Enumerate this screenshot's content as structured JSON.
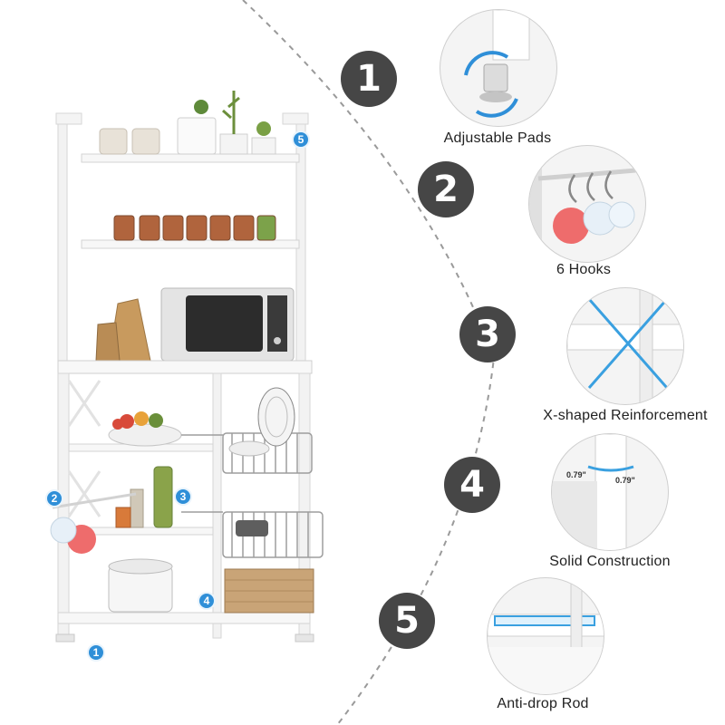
{
  "steps": [
    "1",
    "2",
    "3",
    "4",
    "5"
  ],
  "badges": {
    "b1": "1",
    "b2": "2",
    "b3": "3",
    "b4": "4",
    "b5": "5"
  },
  "features": [
    {
      "label": "Adjustable Pads"
    },
    {
      "label": "6 Hooks"
    },
    {
      "label": "X-shaped Reinforcement"
    },
    {
      "label": "Solid Construction",
      "dim_left": "0.79\"",
      "dim_right": "0.79\""
    },
    {
      "label": "Anti-drop Rod"
    }
  ],
  "colors": {
    "number_circle": "#464646",
    "badge": "#2f8fd8",
    "accent_blue": "#3aa0e0"
  }
}
